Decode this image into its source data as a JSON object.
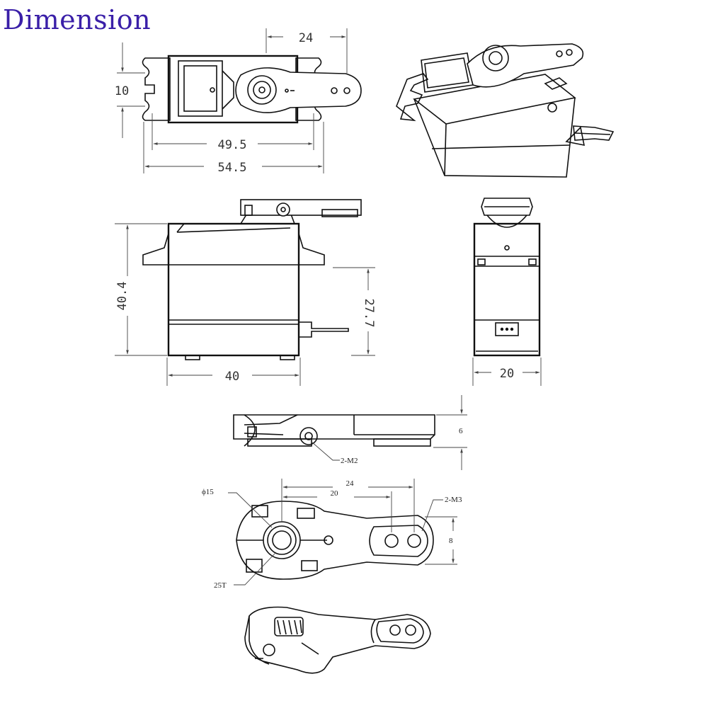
{
  "title": "Dimension",
  "dimensions": {
    "top_horn_width": "24",
    "top_height": "10",
    "mount_hole_span": "49.5",
    "overall_length": "54.5",
    "body_height": "40.4",
    "mount_height": "27.7",
    "body_width": "40",
    "side_width": "20",
    "horn_thickness": "6",
    "horn_screw": "2-M2",
    "horn_diameter": "ϕ15",
    "horn_length_outer": "24",
    "horn_length_inner": "20",
    "horn_hole_thread": "2-M3",
    "horn_end_height": "8",
    "spline": "25T"
  }
}
